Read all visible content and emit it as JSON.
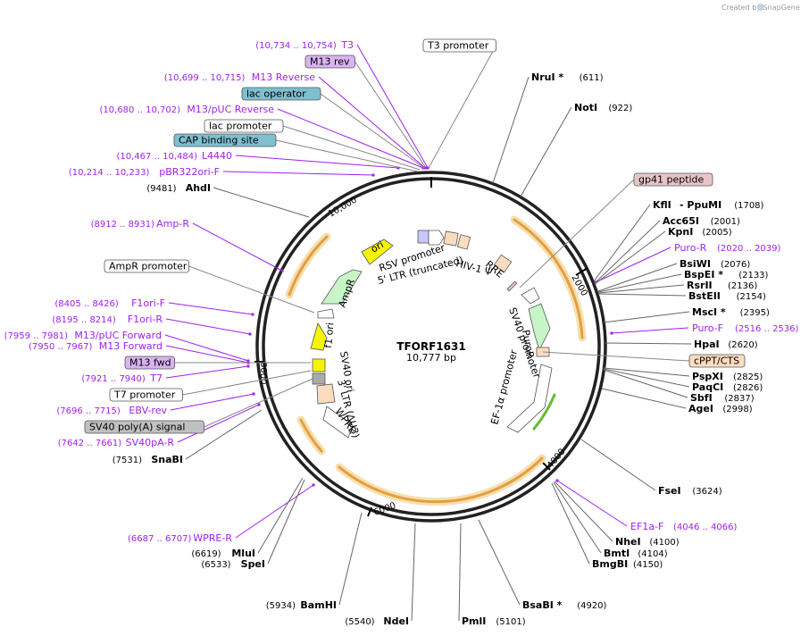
{
  "brand": "Created by SnapGene",
  "plasmid": {
    "name": "TFORF1631",
    "length": "10,777 bp"
  },
  "ruler_ticks": [
    "2000",
    "4000",
    "6000",
    "8000",
    "10,000"
  ],
  "feature_arrows_shown": true,
  "boxed_features": [
    {
      "label": "T3 promoter",
      "fill": "#ffffff"
    },
    {
      "label": "M13 rev",
      "fill": "#d9b3f0"
    },
    {
      "label": "lac operator",
      "fill": "#7fbfcf"
    },
    {
      "label": "lac promoter",
      "fill": "#ffffff"
    },
    {
      "label": "CAP binding site",
      "fill": "#7fbfcf"
    },
    {
      "label": "AmpR promoter",
      "fill": "#ffffff"
    },
    {
      "label": "M13 fwd",
      "fill": "#d9b3f0"
    },
    {
      "label": "T7 promoter",
      "fill": "#ffffff"
    },
    {
      "label": "SV40 poly(A) signal",
      "fill": "#c0c0c0"
    },
    {
      "label": "gp41 peptide",
      "fill": "#e8c4c8"
    },
    {
      "label": "cPPT/CTS",
      "fill": "#fcdcc0"
    }
  ],
  "primers": [
    {
      "pos": "(10,734 .. 10,754)",
      "name": "T3"
    },
    {
      "pos": "(10,699 .. 10,715)",
      "name": "M13 Reverse"
    },
    {
      "pos": "(10,680 .. 10,702)",
      "name": "M13/pUC Reverse"
    },
    {
      "pos": "(10,467 .. 10,484)",
      "name": "L4440"
    },
    {
      "pos": "(10,214 .. 10,233)",
      "name": "pBR322ori-F"
    },
    {
      "pos": "(8912 .. 8931)",
      "name": "Amp-R"
    },
    {
      "pos": "(8405 .. 8426)",
      "name": "F1ori-F"
    },
    {
      "pos": "(8195 .. 8214)",
      "name": "F1ori-R"
    },
    {
      "pos": "(7959 .. 7981)",
      "name": "M13/pUC Forward"
    },
    {
      "pos": "(7950 .. 7967)",
      "name": "M13 Forward"
    },
    {
      "pos": "(7921 .. 7940)",
      "name": "T7"
    },
    {
      "pos": "(7696 .. 7715)",
      "name": "EBV-rev"
    },
    {
      "pos": "(7642 .. 7661)",
      "name": "SV40pA-R"
    },
    {
      "pos": "(6687 .. 6707)",
      "name": "WPRE-R"
    },
    {
      "pos": "(2020 .. 2039)",
      "name": "Puro-R"
    },
    {
      "pos": "(2516 .. 2536)",
      "name": "Puro-F"
    },
    {
      "pos": "(4046 .. 4066)",
      "name": "EF1a-F"
    }
  ],
  "enzymes": [
    {
      "name": "NruI *",
      "pos": "(611)"
    },
    {
      "name": "NotI",
      "pos": "(922)"
    },
    {
      "name": "KflI",
      "pos": ""
    },
    {
      "name": "- PpuMI",
      "pos": "(1708)"
    },
    {
      "name": "Acc65I",
      "pos": "(2001)"
    },
    {
      "name": "KpnI",
      "pos": "(2005)"
    },
    {
      "name": "BsiWI",
      "pos": "(2076)"
    },
    {
      "name": "BspEI *",
      "pos": "(2133)"
    },
    {
      "name": "RsrII",
      "pos": "(2136)"
    },
    {
      "name": "BstEII",
      "pos": "(2154)"
    },
    {
      "name": "MscI *",
      "pos": "(2395)"
    },
    {
      "name": "HpaI",
      "pos": "(2620)"
    },
    {
      "name": "PspXI",
      "pos": "(2825)"
    },
    {
      "name": "PaqCI",
      "pos": "(2826)"
    },
    {
      "name": "SbfI",
      "pos": "(2837)"
    },
    {
      "name": "AgeI",
      "pos": "(2998)"
    },
    {
      "name": "FseI",
      "pos": "(3624)"
    },
    {
      "name": "NheI",
      "pos": "(4100)"
    },
    {
      "name": "BmtI",
      "pos": "(4104)"
    },
    {
      "name": "BmgBI",
      "pos": "(4150)"
    },
    {
      "name": "BsaBI *",
      "pos": "(4920)"
    },
    {
      "name": "PmlI",
      "pos": "(5101)"
    },
    {
      "name": "NdeI",
      "pos": "(5540)"
    },
    {
      "name": "BamHI",
      "pos": "(5934)"
    },
    {
      "name": "SpeI",
      "pos": "(6533)"
    },
    {
      "name": "MluI",
      "pos": "(6619)"
    },
    {
      "name": "SnaBI",
      "pos": "(7531)"
    },
    {
      "name": "AhdI",
      "pos": "(9481)"
    }
  ],
  "inner_labels": [
    "ori",
    "RSV promoter",
    "5' LTR (truncated)",
    "HIV-1 Ψ",
    "RRE",
    "PuroR",
    "SV40 promoter",
    "EF-1α promoter",
    "AmpR",
    "f1 ori",
    "SV40 ori",
    "3' LTR (ΔU3)",
    "WPRE"
  ],
  "colors": {
    "primer": "#a020f0",
    "orf": "#f0a830",
    "ori": "#f5f500",
    "amp": "#c8f5c8",
    "ltr": "#fcdcc0",
    "rre": "#fcdcc0"
  }
}
